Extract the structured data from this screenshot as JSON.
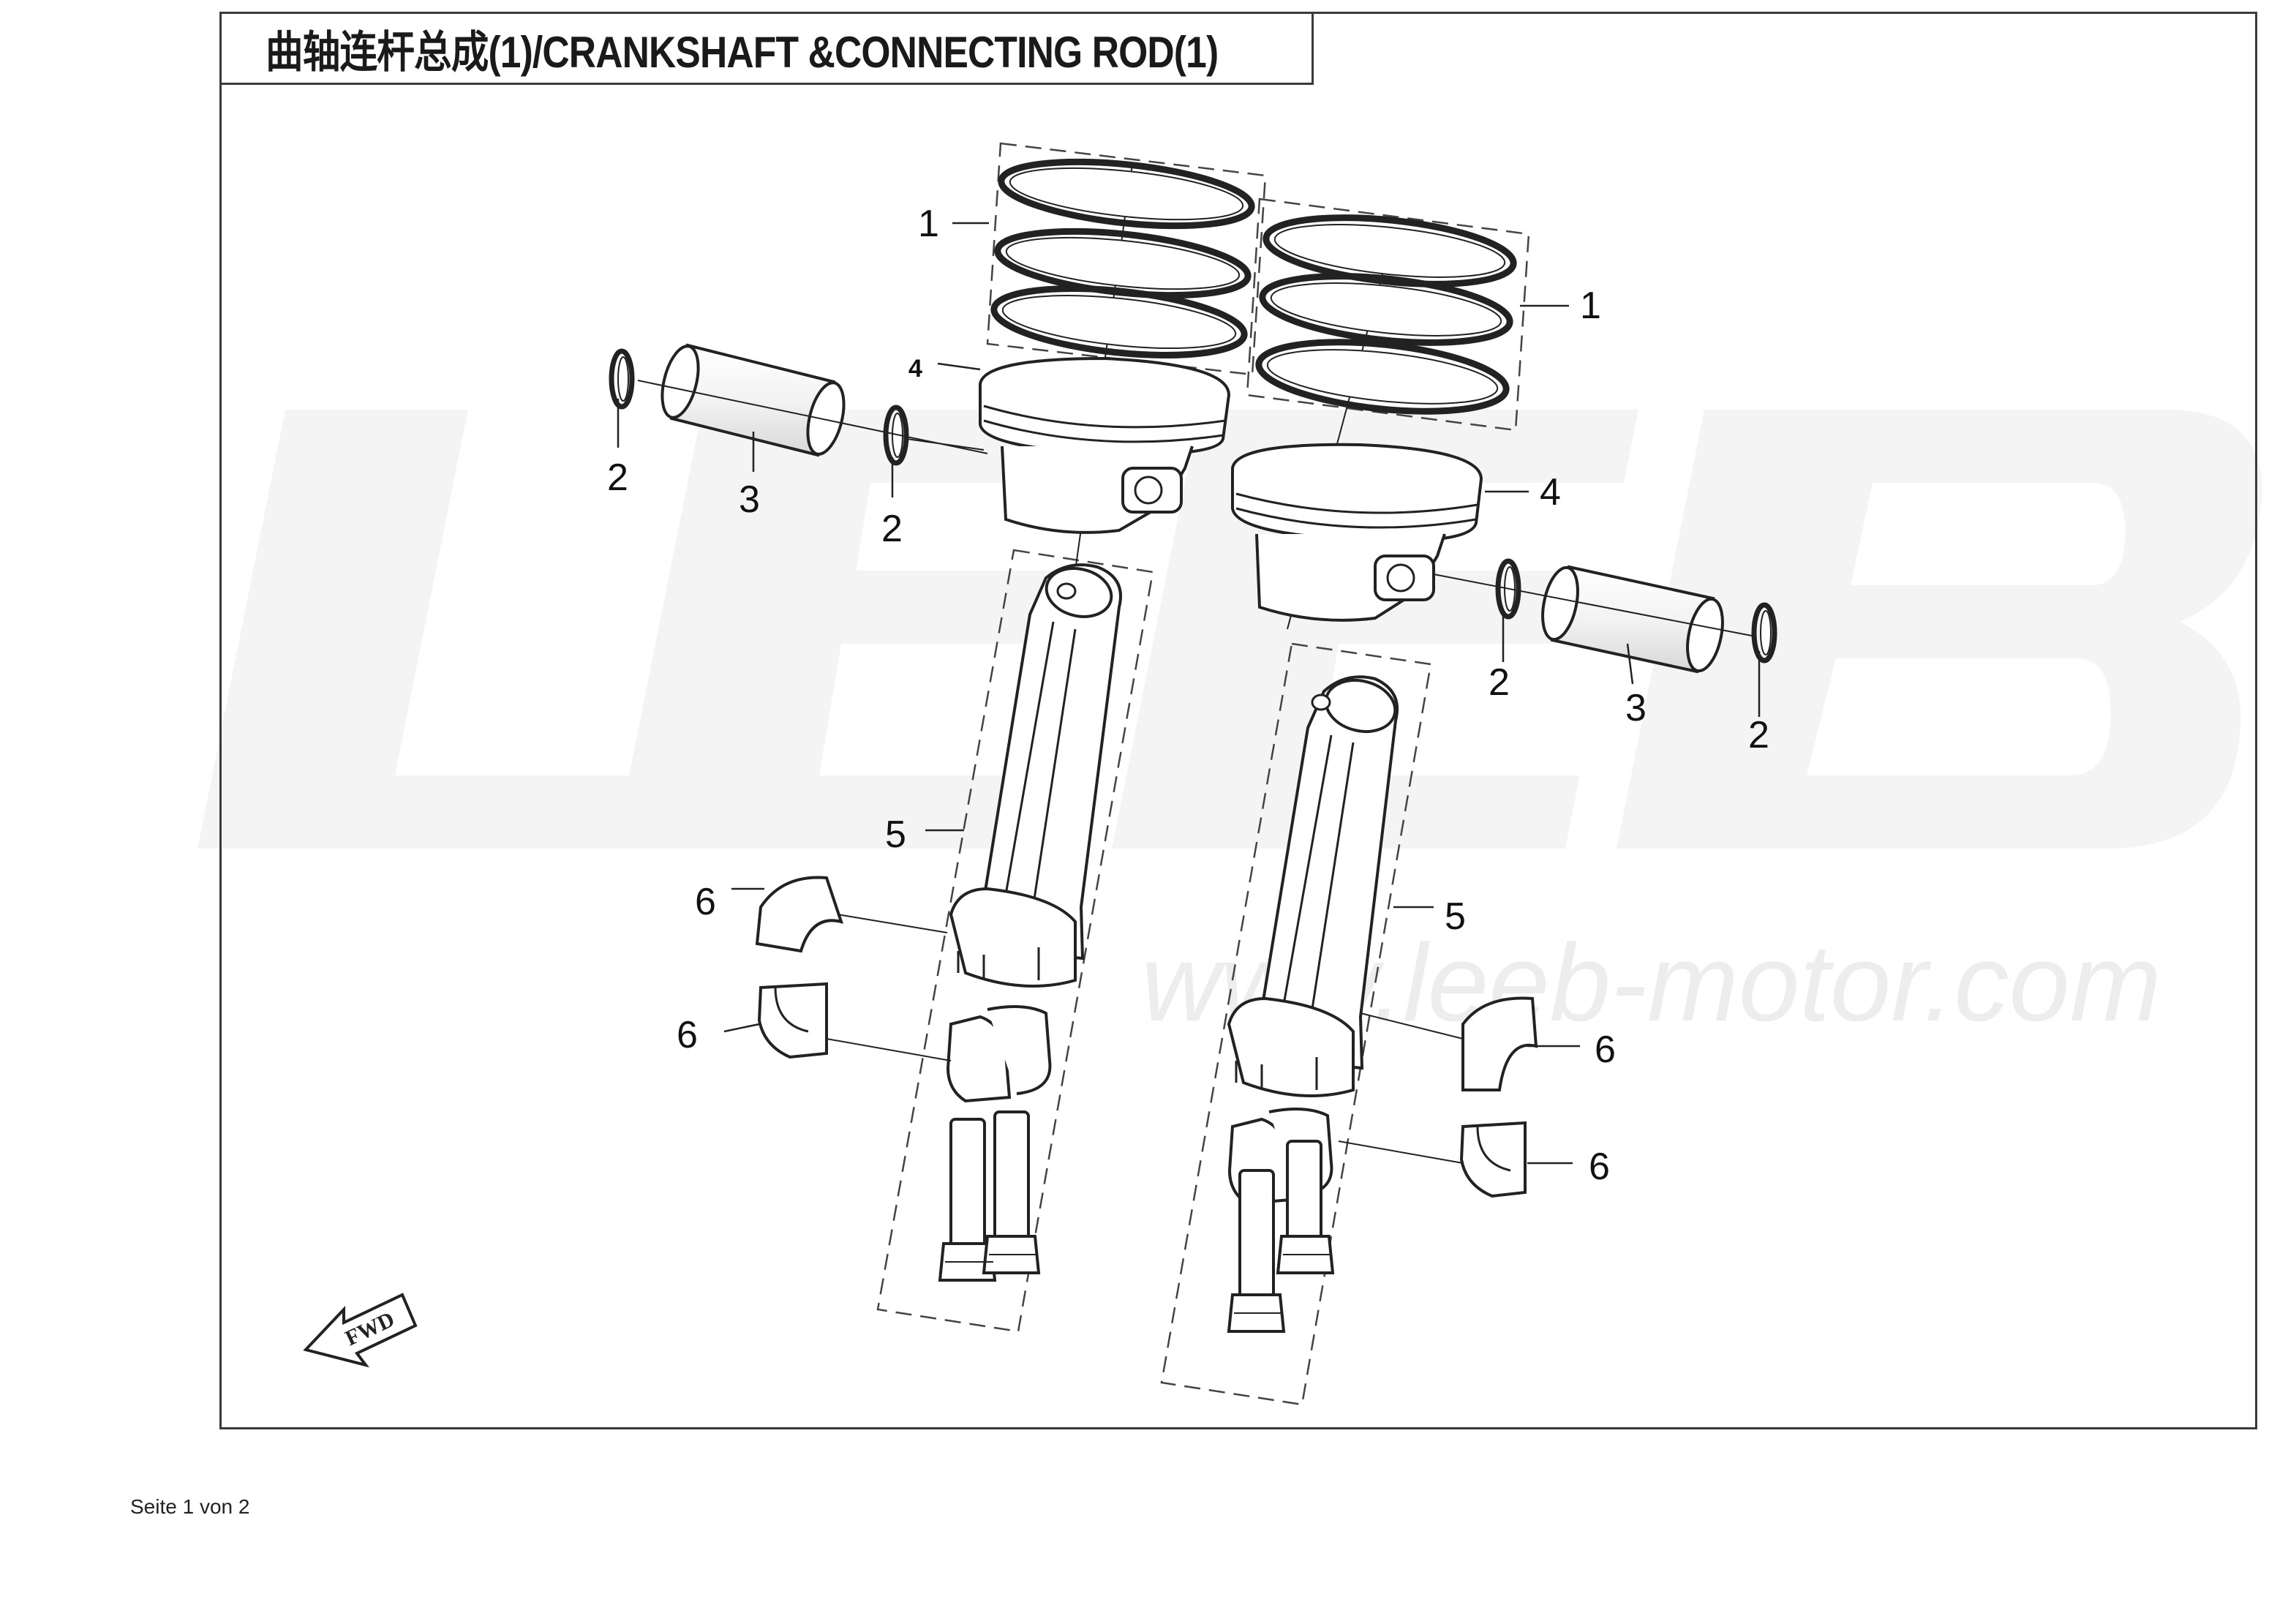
{
  "title": "曲轴连杆总成(1)/CRANKSHAFT &CONNECTING ROD(1)",
  "watermark": {
    "logo": "LEEB",
    "url": "www.leeb-motor.com"
  },
  "fwd_label": "FWD",
  "footer": "Seite 1 von 2",
  "callouts": {
    "ring_left": "1",
    "ring_right": "1",
    "circlip_a": "2",
    "circlip_b": "2",
    "circlip_c": "2",
    "circlip_d": "2",
    "pin_left": "3",
    "pin_right": "3",
    "piston_left": "4",
    "piston_right": "4",
    "rod_left": "5",
    "rod_right": "5",
    "bearing_a": "6",
    "bearing_b": "6",
    "bearing_c": "6",
    "bearing_d": "6"
  }
}
